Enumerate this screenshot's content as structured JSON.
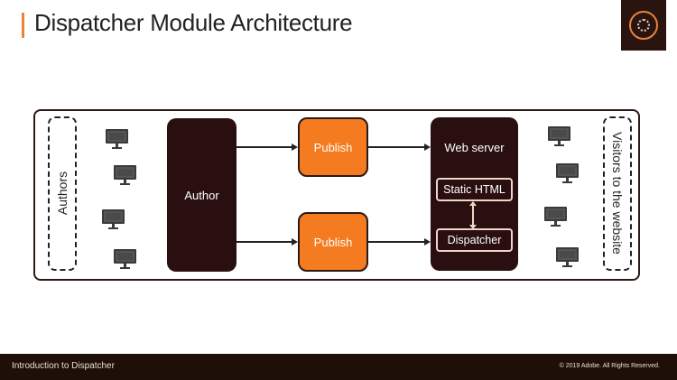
{
  "slide": {
    "title": "Dispatcher Module Architecture",
    "logo_icon": "adobe-experience-manager-logo"
  },
  "diagram": {
    "left_group_label": "Authors",
    "right_group_label": "Visitors to the website",
    "author_label": "Author",
    "publish_nodes": [
      "Publish",
      "Publish"
    ],
    "web_server": {
      "title": "Web server",
      "static_html": "Static HTML",
      "dispatcher": "Dispatcher"
    },
    "author_monitor_count": 4,
    "visitor_monitor_count": 4,
    "colors": {
      "dark": "#2a0f10",
      "orange": "#f47b20",
      "accent": "#e8833a"
    }
  },
  "footer": {
    "course": "Introduction to Dispatcher",
    "copyright": "© 2019 Adobe. All Rights Reserved."
  }
}
